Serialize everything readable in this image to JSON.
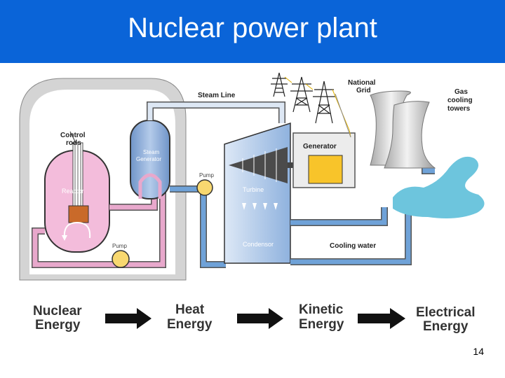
{
  "slide": {
    "title": "Nuclear power plant",
    "page_number": "14"
  },
  "labels": {
    "steam_line": "Steam Line",
    "national_grid_1": "National",
    "national_grid_2": "Grid",
    "gas_towers_1": "Gas",
    "gas_towers_2": "cooling",
    "gas_towers_3": "towers",
    "control_rods_1": "Control",
    "control_rods_2": "rods",
    "steam_generator_1": "Steam",
    "steam_generator_2": "Generator",
    "reactor": "Reactor",
    "pump_top": "Pump",
    "pump_bottom": "Pump",
    "generator": "Generator",
    "turbine": "Turbine",
    "condensor": "Condensor",
    "cooling_water": "Cooling water"
  },
  "energy_chain": [
    {
      "line1": "Nuclear",
      "line2": "Energy"
    },
    {
      "line1": "Heat",
      "line2": "Energy"
    },
    {
      "line1": "Kinetic",
      "line2": "Energy"
    },
    {
      "line1": "Electrical",
      "line2": "Energy"
    }
  ],
  "colors": {
    "title_bar": "#0a64d8",
    "reactor_pink": "#f2b8d8",
    "pipe_pink": "#e8a8cc",
    "pipe_blue": "#6fa2d8",
    "steam_gen": "#8fb0dc",
    "pump": "#f8d870",
    "water": "#6dc5dd",
    "generator": "#f8c42a"
  }
}
